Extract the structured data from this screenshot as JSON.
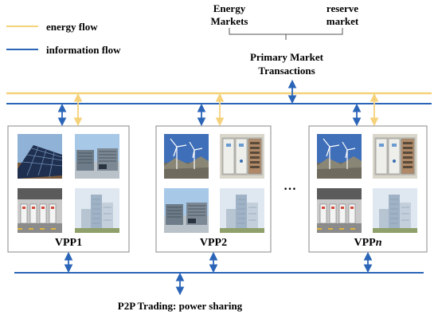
{
  "legend": {
    "energy_flow": "energy flow",
    "information_flow": "information flow"
  },
  "markets": {
    "energy_line1": "Energy",
    "energy_line2": "Markets",
    "reserve_line1": "reserve",
    "reserve_line2": "market",
    "primary_line1": "Primary Market",
    "primary_line2": "Transactions"
  },
  "vpps": [
    {
      "label": "VPP1",
      "images": [
        "solar-panels",
        "cooling-units",
        "ev-chargers",
        "office-building"
      ]
    },
    {
      "label": "VPP2",
      "images": [
        "wind-turbines",
        "battery-cabinet",
        "cooling-units",
        "office-building"
      ]
    },
    {
      "label": "VPP",
      "label_suffix": "n",
      "images": [
        "wind-turbines",
        "battery-cabinet",
        "ev-chargers",
        "office-building"
      ]
    }
  ],
  "ellipsis": "…",
  "p2p_label": "P2P Trading: power sharing",
  "colors": {
    "energy": "#f5d27a",
    "information": "#2b65b8",
    "box_border": "#888888"
  }
}
